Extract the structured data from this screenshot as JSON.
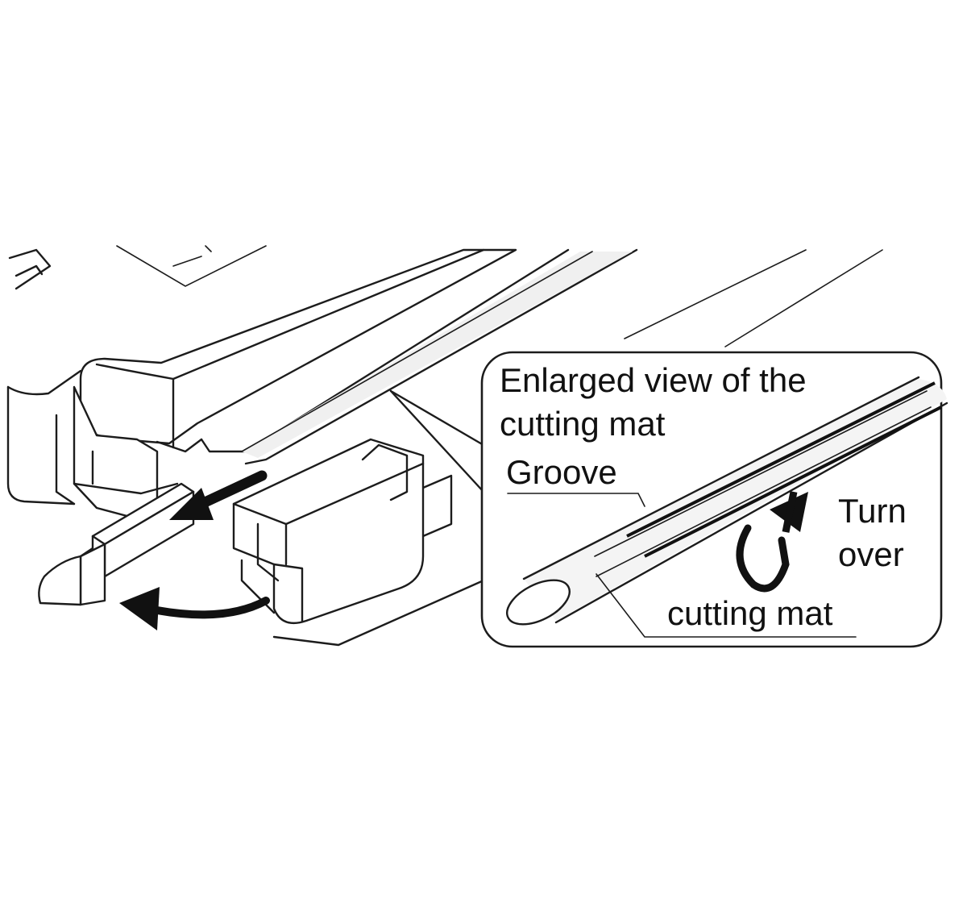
{
  "callout": {
    "title_line1": "Enlarged view of the",
    "title_line2": "cutting mat",
    "groove_label": "Groove",
    "turn_line1": "Turn",
    "turn_line2": "over",
    "mat_label": "cutting mat"
  },
  "colors": {
    "line": "#1c1c1c",
    "background": "#ffffff",
    "mat_fill": "#f4f4f4",
    "callout_fill": "#ffffff"
  },
  "icons": [
    "slide-out-arrow-icon",
    "swing-down-arrow-icon",
    "turn-over-arrow-icon"
  ]
}
